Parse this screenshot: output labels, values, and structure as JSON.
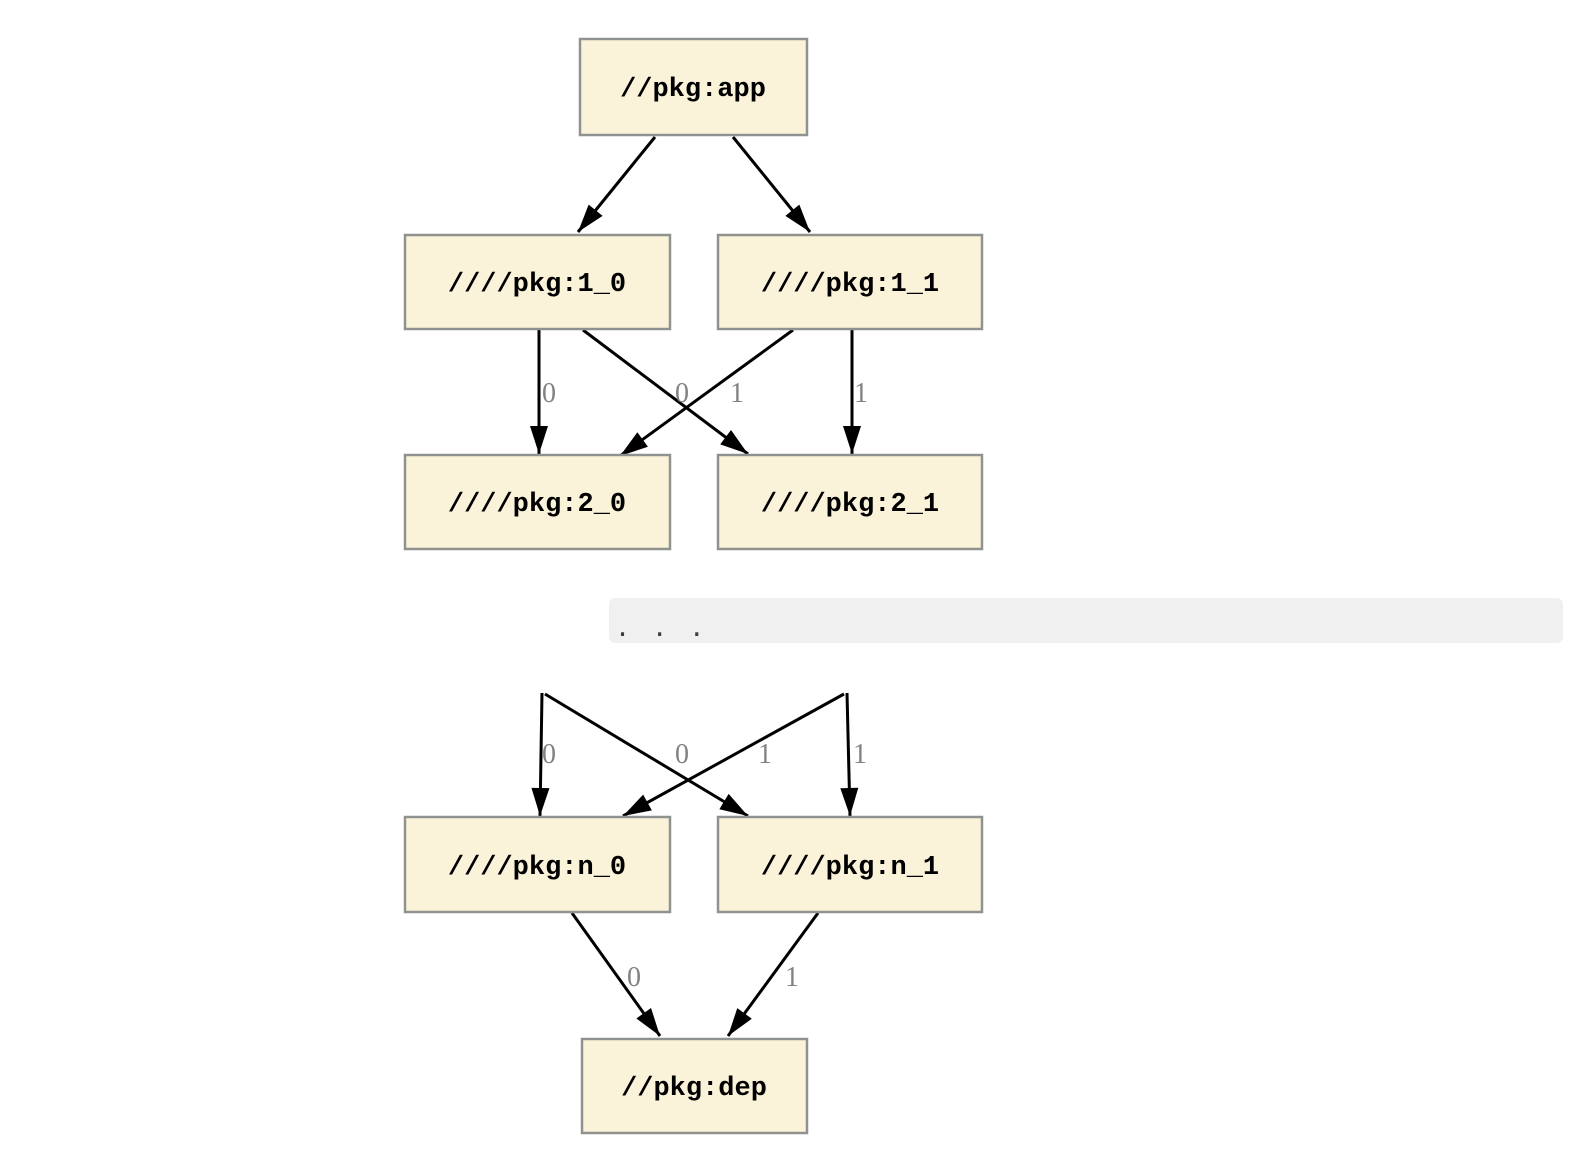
{
  "colors": {
    "background": "#ffffff",
    "node_fill": "#fbf3d9",
    "node_border": "#8f938f",
    "node_text": "#000000",
    "edge": "#000000",
    "edge_label": "#828282",
    "code_block_bg": "#f0f0f0",
    "code_text": "#3d3d3d"
  },
  "diagram": {
    "type": "dependency-graph",
    "continuation": ". . .",
    "nodes": [
      {
        "id": "app",
        "label": "//pkg:app"
      },
      {
        "id": "1_0",
        "label": "////pkg:1_0"
      },
      {
        "id": "1_1",
        "label": "////pkg:1_1"
      },
      {
        "id": "2_0",
        "label": "////pkg:2_0"
      },
      {
        "id": "2_1",
        "label": "////pkg:2_1"
      },
      {
        "id": "n_0",
        "label": "////pkg:n_0"
      },
      {
        "id": "n_1",
        "label": "////pkg:n_1"
      },
      {
        "id": "dep",
        "label": "//pkg:dep"
      }
    ],
    "edges": [
      {
        "from": "//pkg:app",
        "to": "////pkg:1_0",
        "label": ""
      },
      {
        "from": "//pkg:app",
        "to": "////pkg:1_1",
        "label": ""
      },
      {
        "from": "////pkg:1_0",
        "to": "////pkg:2_0",
        "label": "0"
      },
      {
        "from": "////pkg:1_0",
        "to": "////pkg:2_1",
        "label": "0"
      },
      {
        "from": "////pkg:1_1",
        "to": "////pkg:2_0",
        "label": "1"
      },
      {
        "from": "////pkg:1_1",
        "to": "////pkg:2_1",
        "label": "1"
      },
      {
        "from": "...",
        "to": "////pkg:n_0",
        "label": "0"
      },
      {
        "from": "...",
        "to": "////pkg:n_1",
        "label": "0"
      },
      {
        "from": "...",
        "to": "////pkg:n_0",
        "label": "1"
      },
      {
        "from": "...",
        "to": "////pkg:n_1",
        "label": "1"
      },
      {
        "from": "////pkg:n_0",
        "to": "//pkg:dep",
        "label": "0"
      },
      {
        "from": "////pkg:n_1",
        "to": "//pkg:dep",
        "label": "1"
      }
    ]
  }
}
